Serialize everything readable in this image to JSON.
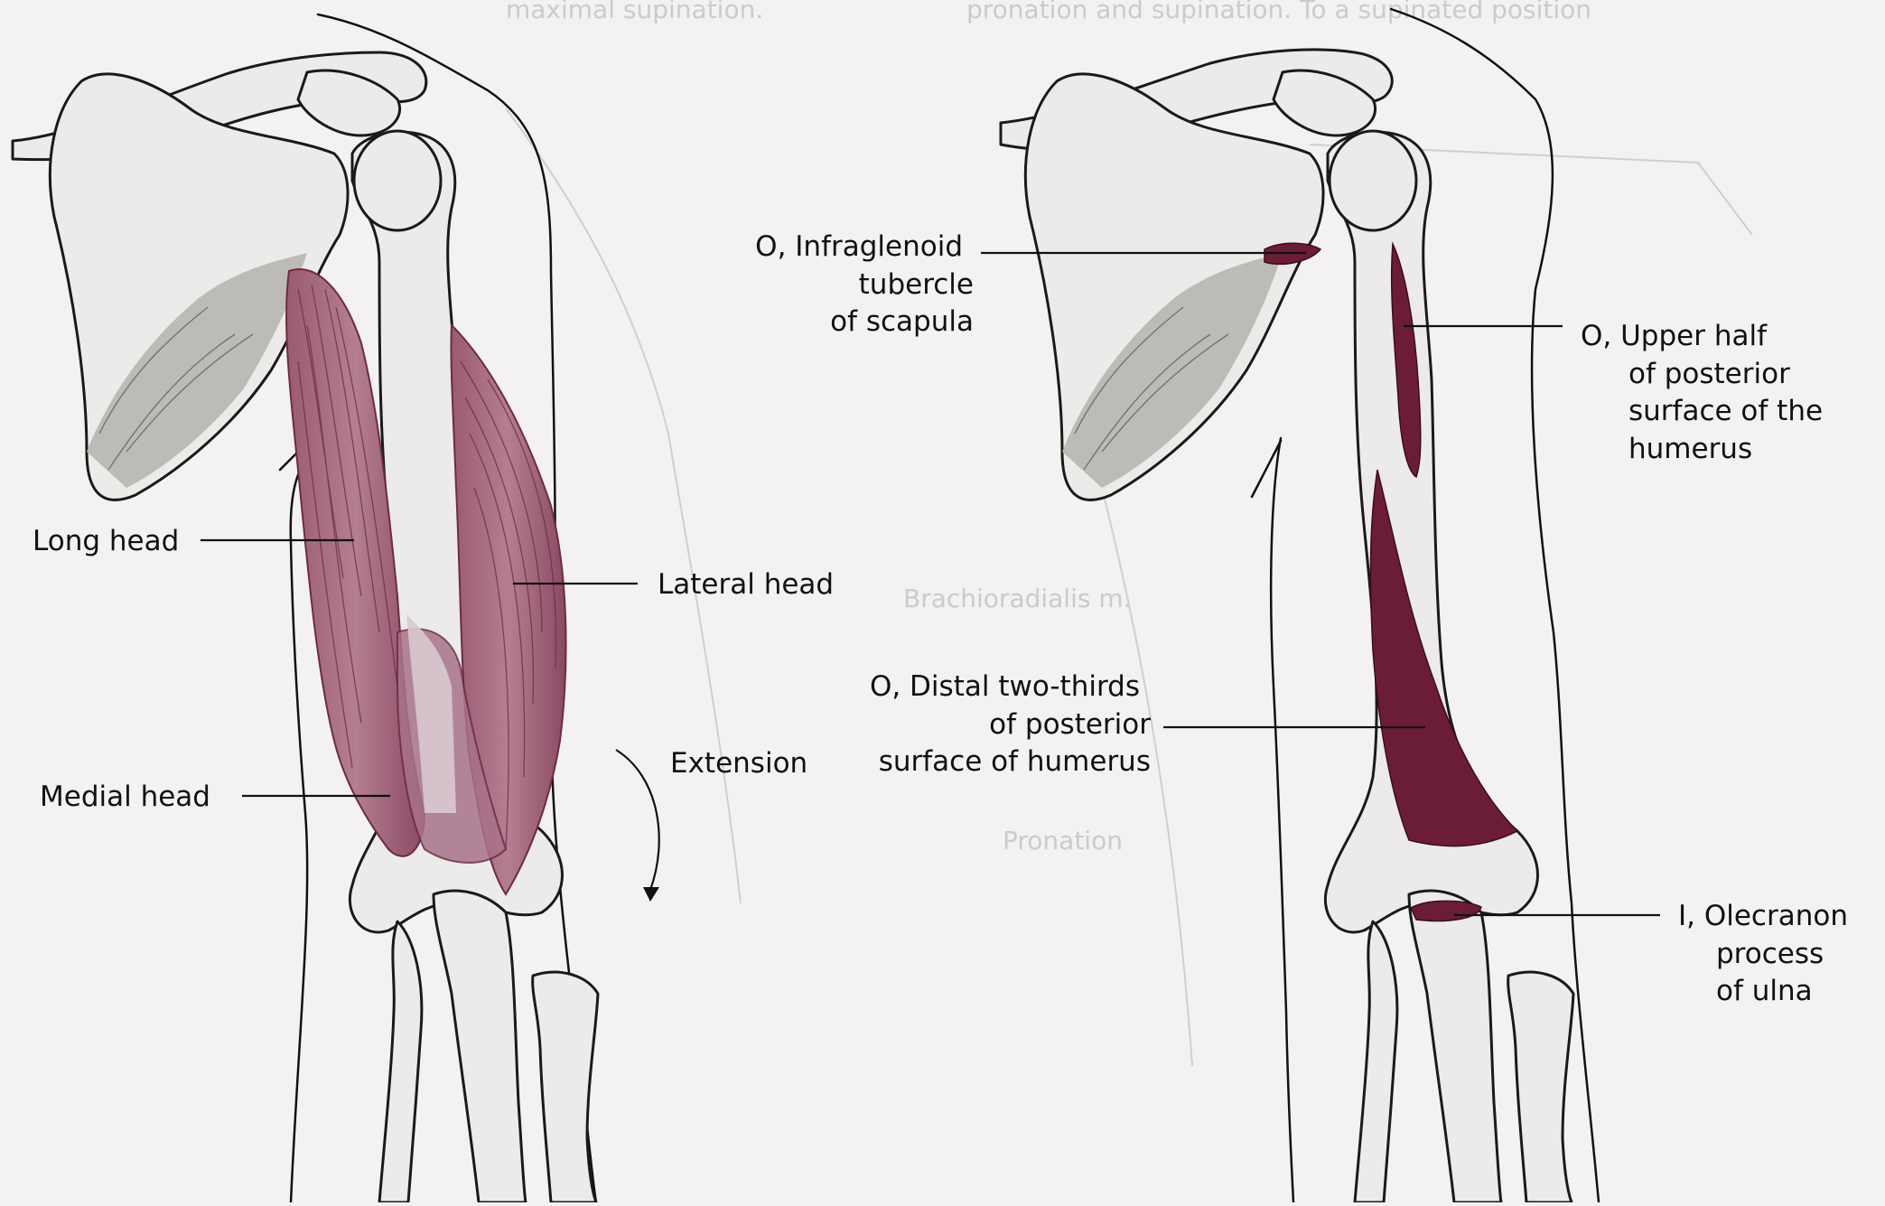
{
  "left_figure": {
    "labels": {
      "long_head": "Long head",
      "lateral_head": "Lateral head",
      "medial_head": "Medial head",
      "extension": "Extension"
    }
  },
  "right_figure": {
    "labels": {
      "infraglenoid": [
        "O, Infraglenoid",
        "tubercle",
        "of scapula"
      ],
      "upper_half": [
        "O, Upper half",
        "of posterior",
        "surface of the",
        "humerus"
      ],
      "distal_two_thirds": [
        "O, Distal two-thirds",
        "of posterior",
        "surface of humerus"
      ],
      "olecranon": [
        "I, Olecranon",
        "process",
        "of ulna"
      ]
    }
  },
  "bleed_through": {
    "top_left": "maximal supination.",
    "top_right": "pronation and supination. To a supinated position",
    "mid": "Brachioradialis m.",
    "lower": "Pronation"
  },
  "colors": {
    "muscle": "#8b4760",
    "attachment": "#6b1d35",
    "bone": "#ecebe9",
    "background": "#f3f2f0"
  }
}
